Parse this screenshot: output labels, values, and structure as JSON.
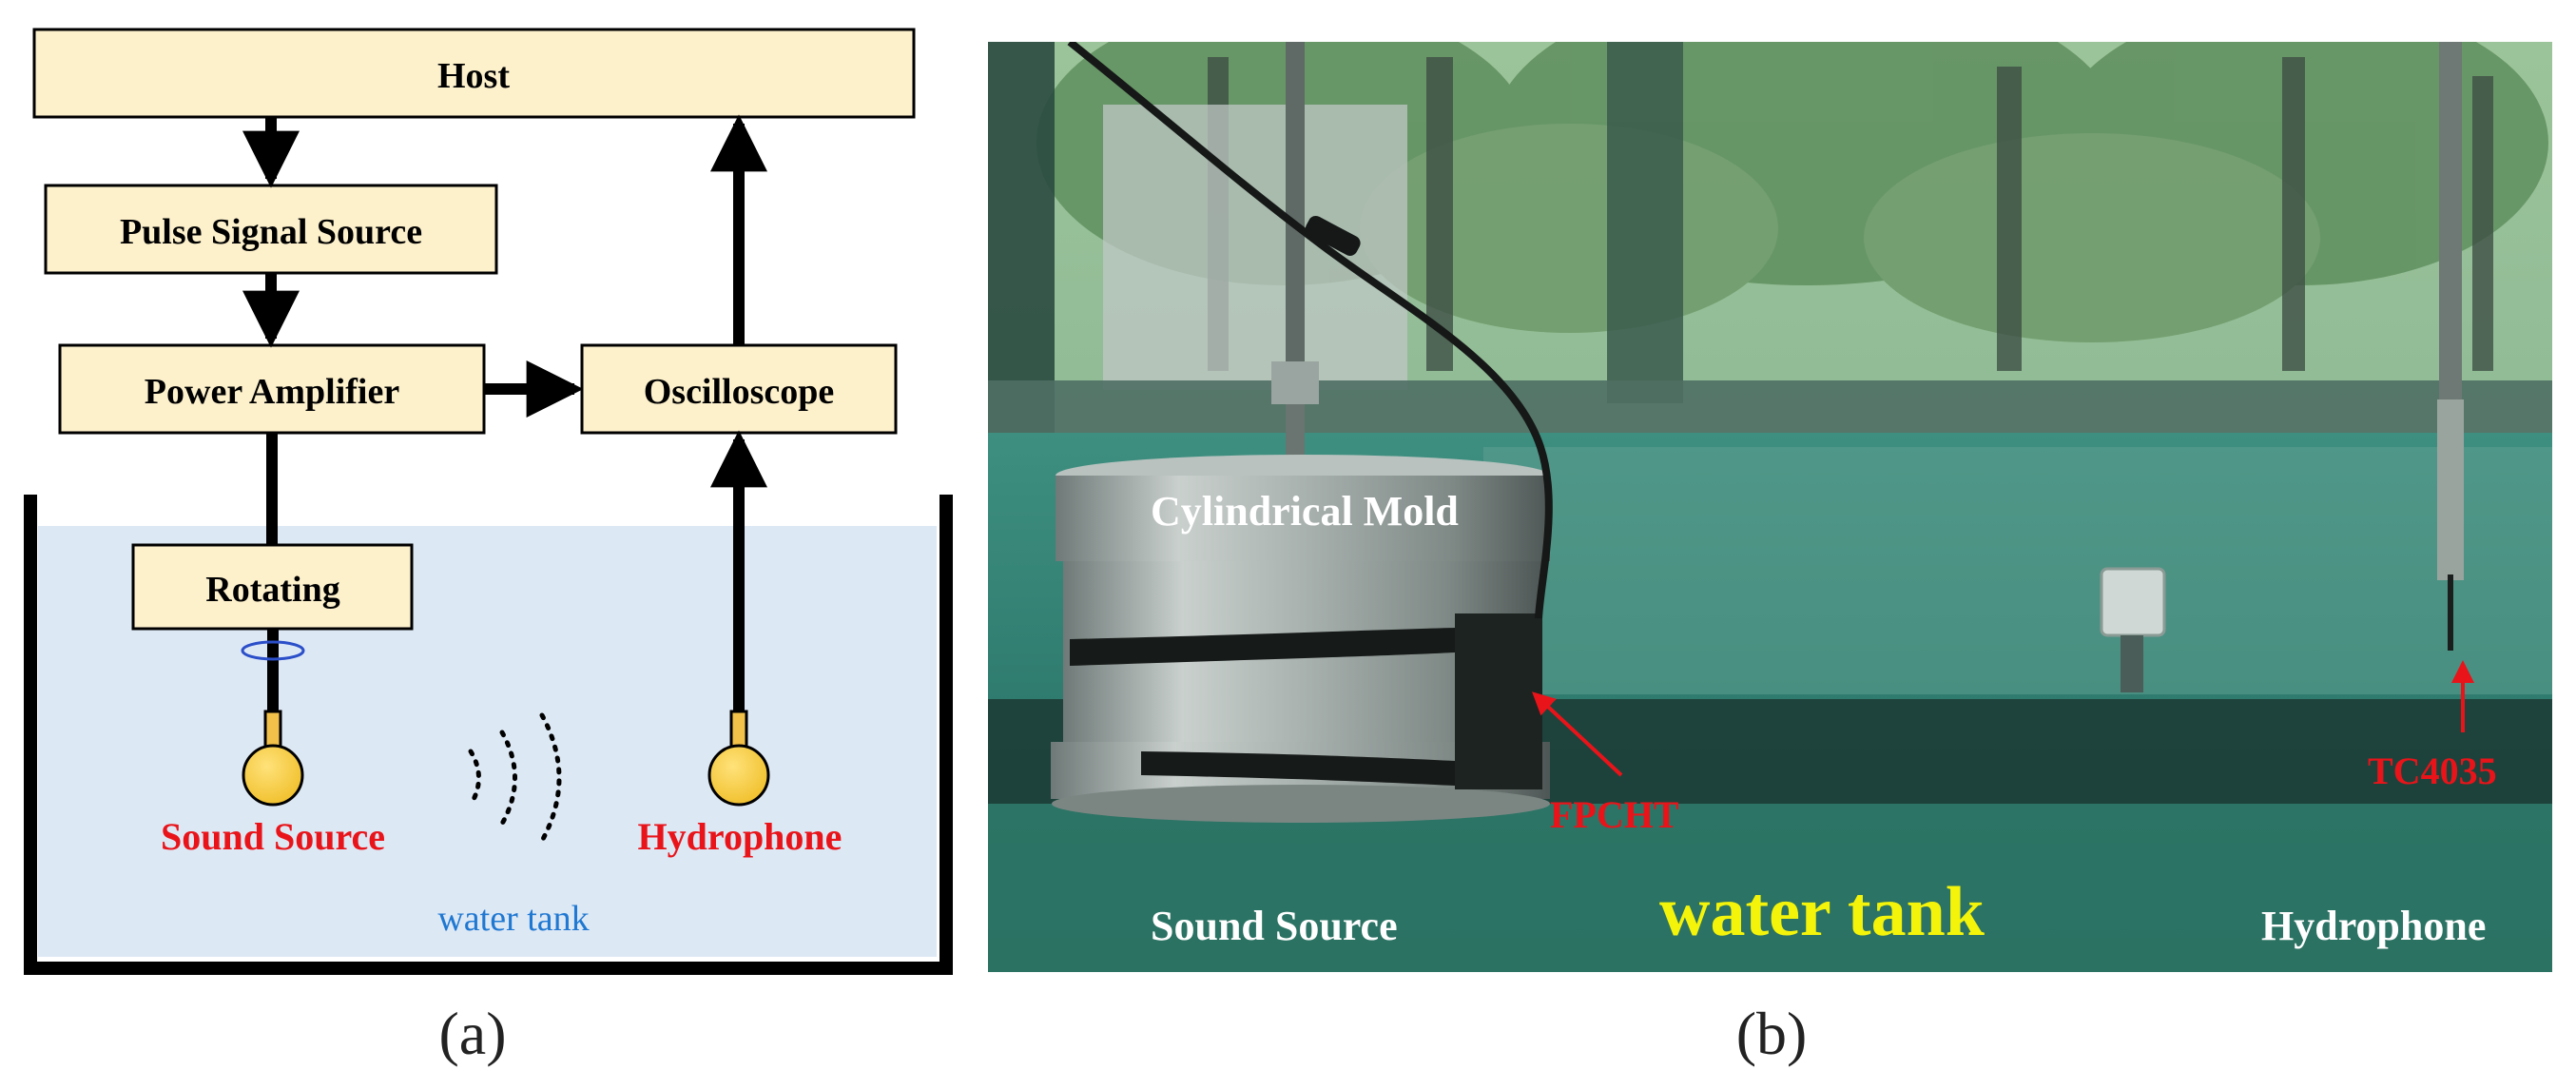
{
  "panel_a": {
    "caption": "(a)",
    "blocks": {
      "host": "Host",
      "pulse": "Pulse Signal Source",
      "amp": "Power Amplifier",
      "osc": "Oscilloscope",
      "rot": "Rotating"
    },
    "labels": {
      "sound_source": "Sound Source",
      "hydrophone": "Hydrophone",
      "water_tank": "water tank"
    },
    "colors": {
      "block_fill": "#fdf1cc",
      "water": "#dde8f5",
      "red": "#e8141a",
      "blue": "#1f78d1"
    }
  },
  "panel_b": {
    "caption": "(b)",
    "labels": {
      "cylindrical_mold": "Cylindrical Mold",
      "fpcht": "FPCHT",
      "tc4035": "TC4035",
      "sound_source": "Sound Source",
      "water_tank": "water tank",
      "hydrophone": "Hydrophone"
    }
  }
}
